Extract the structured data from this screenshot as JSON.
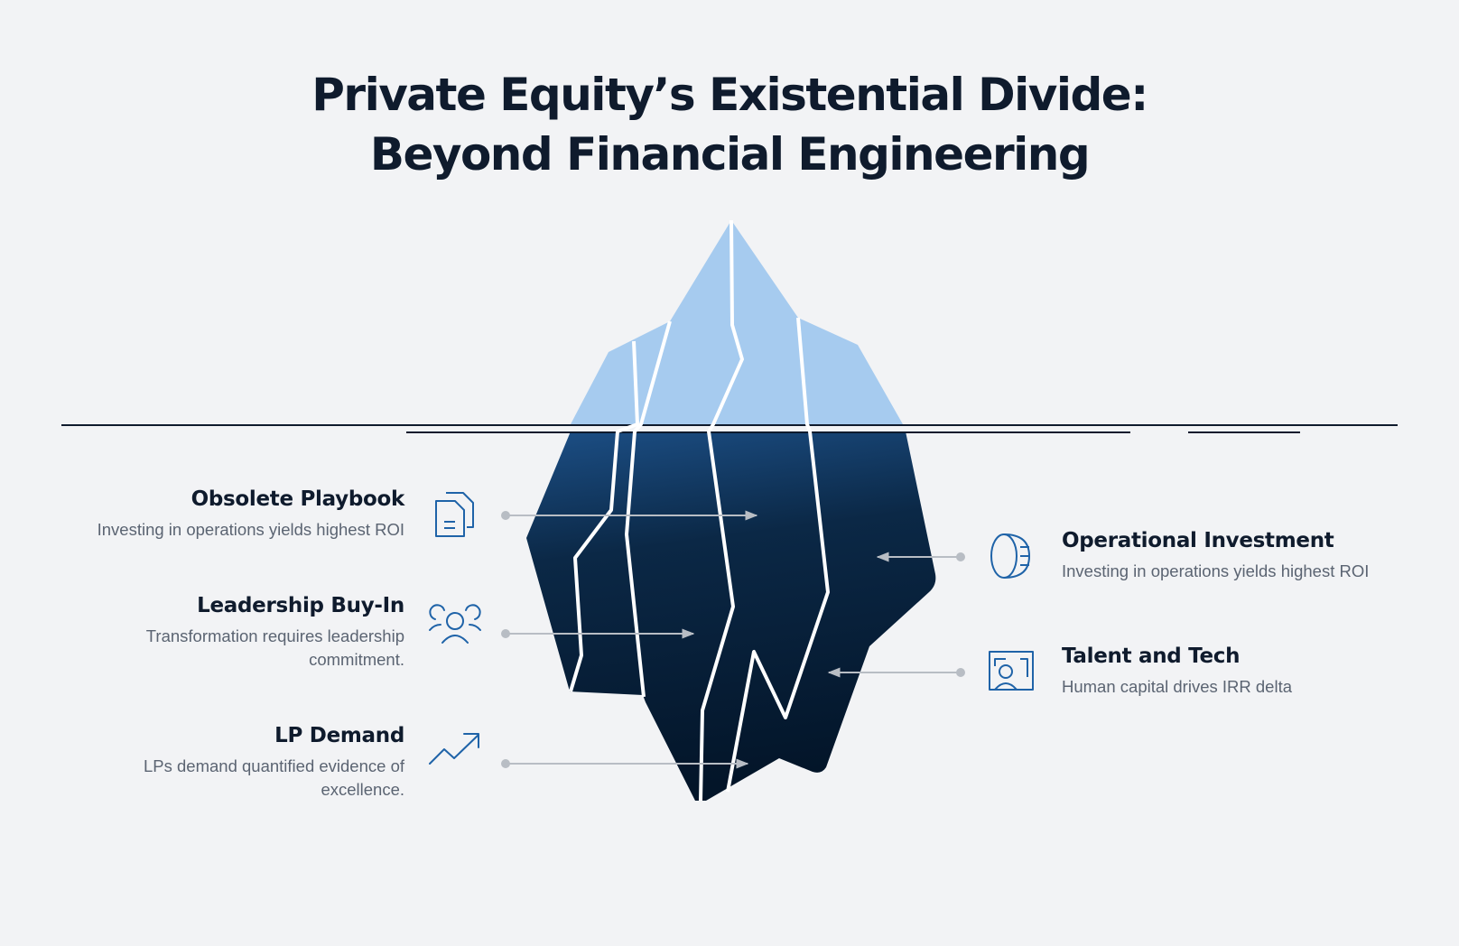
{
  "title": {
    "line1": "Private Equity’s Existential Divide:",
    "line2": "Beyond Financial Engineering"
  },
  "colors": {
    "background": "#f2f3f5",
    "tip": "#a6cbef",
    "deep_top": "#1c4f86",
    "deep_bottom": "#031529",
    "icon": "#1f63a8",
    "connector": "#b8bdc4"
  },
  "left_items": [
    {
      "heading": "Obsolete Playbook",
      "text": "Investing in operations yields highest ROI",
      "icon": "document-icon"
    },
    {
      "heading": "Leadership Buy-In",
      "text": "Transformation requires leadership commitment.",
      "icon": "team-icon"
    },
    {
      "heading": "LP Demand",
      "text": "LPs demand quantified evidence of excellence.",
      "icon": "trend-up-icon"
    }
  ],
  "right_items": [
    {
      "heading": "Operational Investment",
      "text": "Investing in operations yields highest ROI",
      "icon": "coins-icon"
    },
    {
      "heading": "Talent and Tech",
      "text": "Human capital drives IRR delta",
      "icon": "profile-screen-icon"
    }
  ]
}
